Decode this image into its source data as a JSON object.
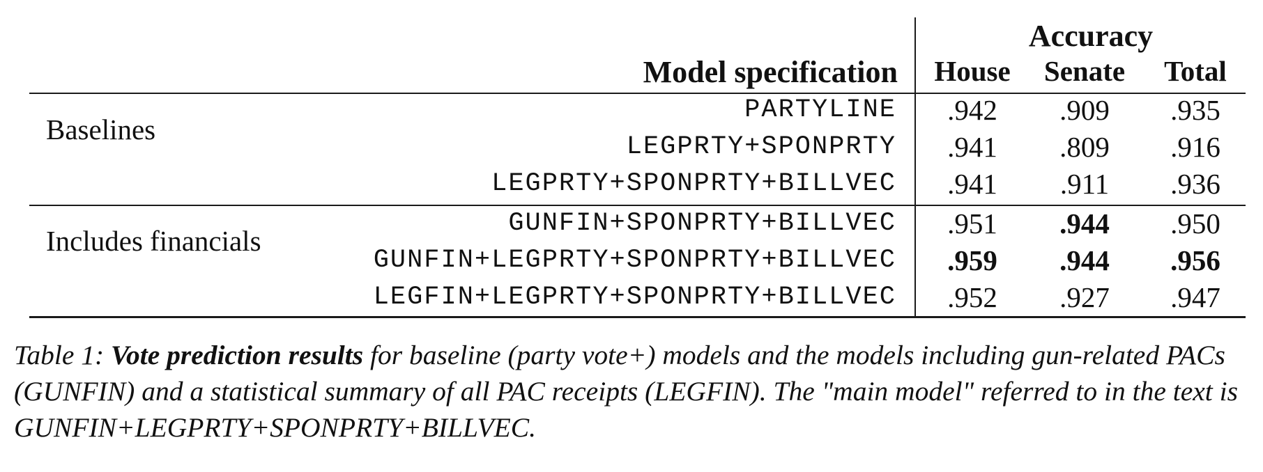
{
  "table": {
    "header": {
      "accuracy": "Accuracy",
      "model_spec": "Model specification",
      "columns": [
        "House",
        "Senate",
        "Total"
      ]
    },
    "groups": [
      {
        "label": "Baselines",
        "rows": [
          {
            "model": "PARTYLINE",
            "house": ".942",
            "senate": ".909",
            "total": ".935"
          },
          {
            "model": "LEGPRTY+SPONPRTY",
            "house": ".941",
            "senate": ".809",
            "total": ".916"
          },
          {
            "model": "LEGPRTY+SPONPRTY+BILLVEC",
            "house": ".941",
            "senate": ".911",
            "total": ".936"
          }
        ]
      },
      {
        "label": "Includes financials",
        "rows": [
          {
            "model": "GUNFIN+SPONPRTY+BILLVEC",
            "house": ".951",
            "senate": ".944",
            "total": ".950"
          },
          {
            "model": "GUNFIN+LEGPRTY+SPONPRTY+BILLVEC",
            "house": ".959",
            "senate": ".944",
            "total": ".956"
          },
          {
            "model": "LEGFIN+LEGPRTY+SPONPRTY+BILLVEC",
            "house": ".952",
            "senate": ".927",
            "total": ".947"
          }
        ]
      }
    ]
  },
  "caption": {
    "prefix": "Table 1: ",
    "title": "Vote prediction results",
    "body": " for baseline (party vote+) models and the models including gun-related PACs (GUNFIN) and a statistical summary of all PAC receipts (LEGFIN). The \"main model\" referred to in the text is GUNFIN+LEGPRTY+SPONPRTY+BILLVEC."
  }
}
